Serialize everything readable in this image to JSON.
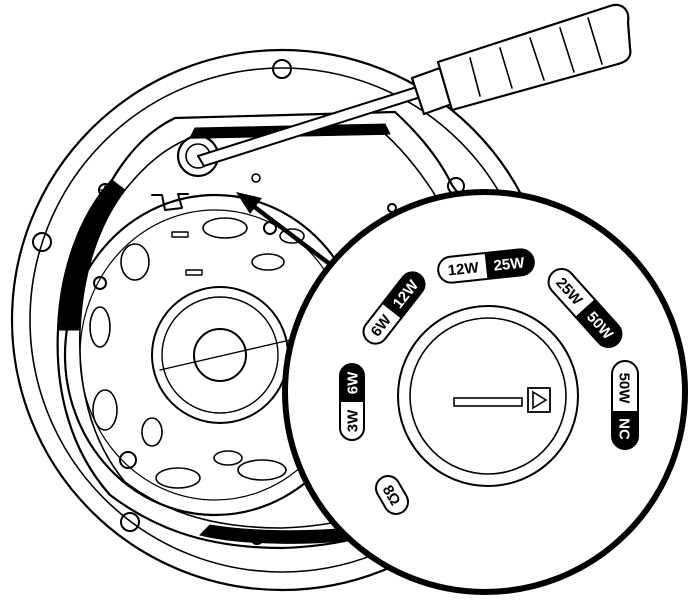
{
  "diagram": {
    "tap_settings": [
      {
        "id": "tap-3w-6w",
        "low": "3W",
        "high": "6W"
      },
      {
        "id": "tap-6w-12w",
        "low": "6W",
        "high": "12W"
      },
      {
        "id": "tap-12w-25w",
        "low": "12W",
        "high": "25W"
      },
      {
        "id": "tap-25w-50w",
        "low": "25W",
        "high": "50W"
      },
      {
        "id": "tap-50w-nc",
        "low": "50W",
        "high": "NC"
      }
    ],
    "impedance_label": "8Ω"
  },
  "colors": {
    "ink": "#000000",
    "paper": "#ffffff"
  }
}
